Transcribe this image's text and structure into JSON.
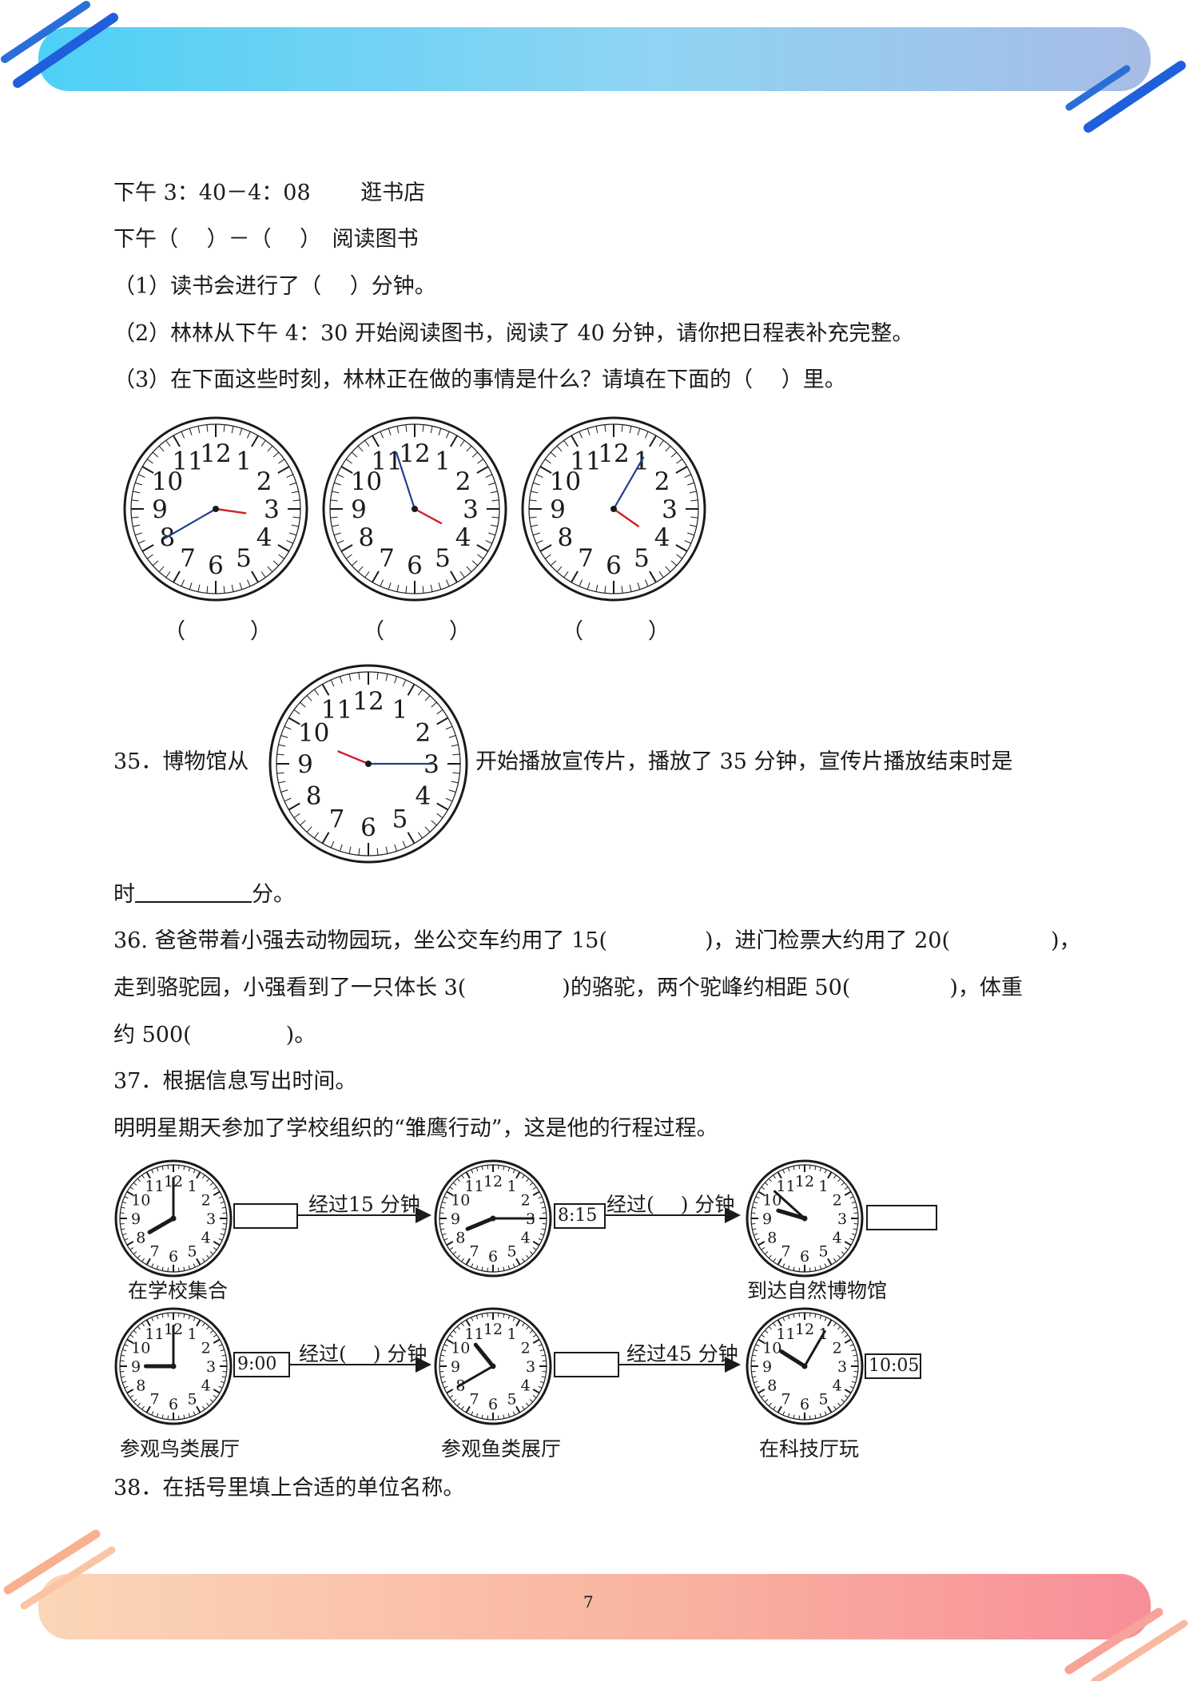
{
  "schedule": {
    "row1": "下午 3：40－4：08　　 逛书店",
    "row2": "下午（　 ）－（　 ）　阅读图书"
  },
  "q34": {
    "sub1": "（1）读书会进行了（　 ）分钟。",
    "sub2": "（2）林林从下午 4：30 开始阅读图书，阅读了 40 分钟，请你把日程表补充完整。",
    "sub3": "（3）在下面这些时刻，林林正在做的事情是什么？请填在下面的（　 ）里。",
    "answer_paren": "（　　　）",
    "clocks": [
      {
        "hour": 3.27,
        "minute": 40
      },
      {
        "hour": 3.95,
        "minute": 57
      },
      {
        "hour": 4.17,
        "minute": 5
      }
    ]
  },
  "q35": {
    "prefix": "35．博物馆从",
    "suffix": "开始播放宣传片，播放了 35 分钟，宣传片播放结束时是",
    "end_a": "时",
    "end_b": "分。",
    "clock": {
      "hour": 9.75,
      "minute": 15
    }
  },
  "q36": {
    "l1a": "36. 爸爸带着小强去动物园玩，坐公交车约用了 15(",
    "l1b": ")，进门检票大约用了 20(",
    "l1c": ")，",
    "l2a": "走到骆驼园，小强看到了一只体长 3(",
    "l2b": ")的骆驼，两个驼峰约相距 50(",
    "l2c": ")，体重",
    "l3a": "约 500(",
    "l3b": ")。"
  },
  "q37": {
    "title": "37．根据信息写出时间。",
    "intro": "明明星期天参加了学校组织的“雏鹰行动”，这是他的行程过程。",
    "captions": [
      "在学校集合",
      "到达自然博物馆",
      "参观鸟类展厅",
      "参观鱼类展厅",
      "在科技厅玩"
    ],
    "arrows": [
      "经过15 分钟",
      "经过(　 ) 分钟",
      "经过(　 ) 分钟",
      "经过45 分钟"
    ],
    "times": [
      "8:15",
      "9:00",
      "10:05"
    ],
    "clocks": [
      {
        "hour": 8.0,
        "minute": 0
      },
      {
        "hour": 8.25,
        "minute": 15
      },
      {
        "hour": 9.55,
        "minute": 52
      },
      {
        "hour": 9.0,
        "minute": 0
      },
      {
        "hour": 10.7,
        "minute": 40
      },
      {
        "hour": 10.08,
        "minute": 5
      }
    ]
  },
  "q38": {
    "title": "38．在括号里填上合适的单位名称。"
  },
  "footer": {
    "page_number": "7"
  },
  "clock_numbers": [
    "12",
    "1",
    "2",
    "3",
    "4",
    "5",
    "6",
    "7",
    "8",
    "9",
    "10",
    "11"
  ],
  "colors": {
    "top_banner": "#4fd0f6",
    "bottom_banner": "#f88e9a",
    "hour_hand": "#d0202a",
    "minute_hand": "#1f3f8f"
  }
}
